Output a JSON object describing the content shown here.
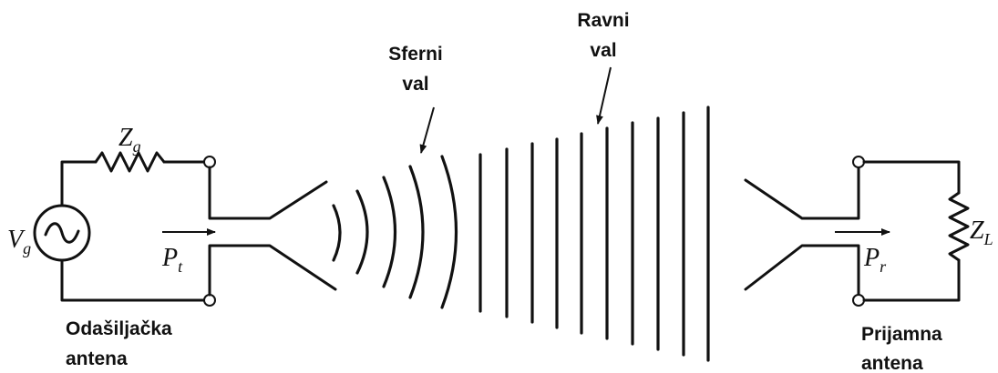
{
  "labels": {
    "spherical_wave": [
      "Sferni",
      "val"
    ],
    "plane_wave": [
      "Ravni",
      "val"
    ],
    "transmit_antenna": [
      "Odašiljačka",
      "antena"
    ],
    "receive_antenna": [
      "Prijamna",
      "antena"
    ]
  },
  "symbols": {
    "source_voltage": {
      "main": "V",
      "sub": "g"
    },
    "source_impedance": {
      "main": "Z",
      "sub": "g"
    },
    "load_impedance": {
      "main": "Z",
      "sub": "L"
    },
    "transmit_power": {
      "main": "P",
      "sub": "t"
    },
    "receive_power": {
      "main": "P",
      "sub": "r"
    }
  }
}
